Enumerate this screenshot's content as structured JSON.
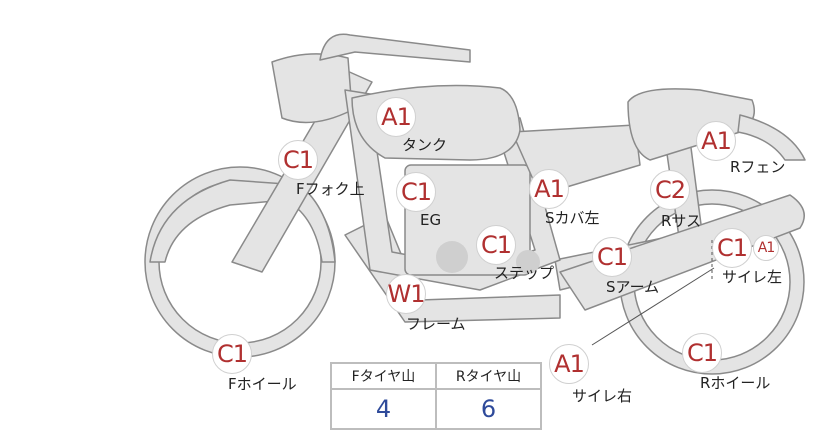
{
  "parts": [
    {
      "id": "tank",
      "grade": "A1",
      "label": "タンク"
    },
    {
      "id": "f-fork-upper",
      "grade": "C1",
      "label": "Fフォク上"
    },
    {
      "id": "eg",
      "grade": "C1",
      "label": "EG"
    },
    {
      "id": "s-cover-left",
      "grade": "A1",
      "label": "Sカバ左"
    },
    {
      "id": "step",
      "grade": "C1",
      "label": "ステップ"
    },
    {
      "id": "frame",
      "grade": "W1",
      "label": "フレーム"
    },
    {
      "id": "s-arm",
      "grade": "C1",
      "label": "Sアーム"
    },
    {
      "id": "r-suspension",
      "grade": "C2",
      "label": "Rサス"
    },
    {
      "id": "r-fender",
      "grade": "A1",
      "label": "Rフェン"
    },
    {
      "id": "muffler-left",
      "grade": "C1",
      "extra_grade": "A1",
      "label": "サイレ左"
    },
    {
      "id": "muffler-right",
      "grade": "A1",
      "label": "サイレ右"
    },
    {
      "id": "f-wheel",
      "grade": "C1",
      "label": "Fホイール"
    },
    {
      "id": "r-wheel",
      "grade": "C1",
      "label": "Rホイール"
    }
  ],
  "tread_table": {
    "front_header": "Fタイヤ山",
    "rear_header": "Rタイヤ山",
    "front_value": "4",
    "rear_value": "6"
  },
  "colors": {
    "grade": "#b03030",
    "value": "#2e4a9a",
    "body": "#e4e4e4",
    "outline": "#8a8a8a"
  }
}
